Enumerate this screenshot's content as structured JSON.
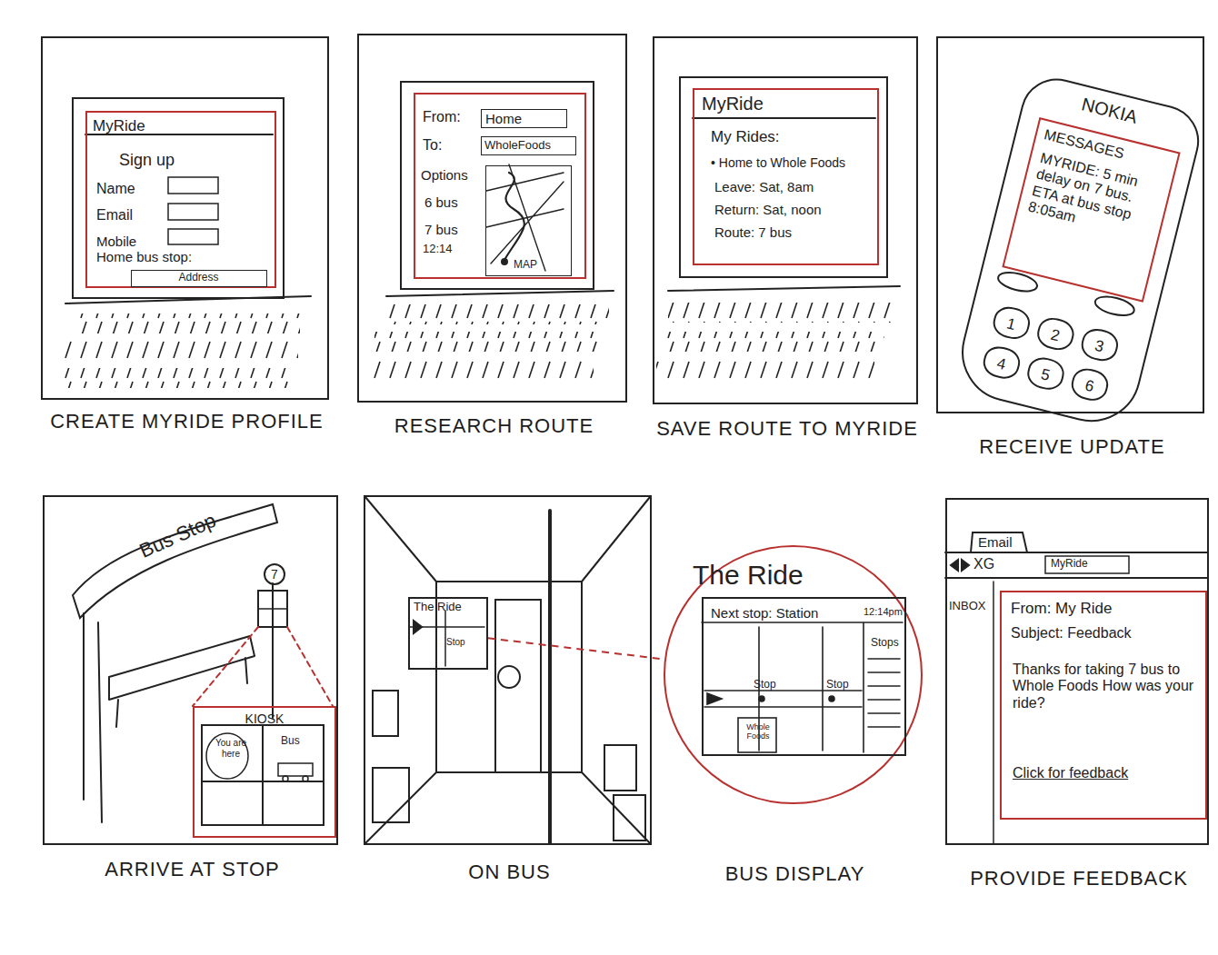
{
  "diagram": {
    "nodes": [
      {
        "text": [
          "CREATE MYRIDE PROFILE"
        ]
      },
      {
        "text": [
          "MyRide",
          "Sign up",
          "Name",
          "Email",
          "Mobile",
          "Home bus stop:"
        ],
        "in": 0
      },
      {
        "text": [
          "Address"
        ],
        "in": 1
      },
      {
        "text": [
          "RESEARCH ROUTE"
        ]
      },
      {
        "text": [
          "From:",
          "To:",
          "Options",
          "6 bus",
          "7 bus",
          "12:14"
        ],
        "in": 3
      },
      {
        "text": [
          "Home"
        ],
        "in": 4
      },
      {
        "text": [
          "WholeFoods"
        ],
        "in": 4
      },
      {
        "text": [
          "MAP"
        ],
        "in": 4
      },
      {
        "text": [
          "SAVE ROUTE TO MYRIDE"
        ]
      },
      {
        "text": [
          "MyRide",
          "My Rides:",
          "• Home to Whole Foods",
          "Leave: Sat, 8am",
          "Return: Sat, noon",
          "Route: 7 bus"
        ],
        "in": 8
      },
      {
        "text": [
          "RECEIVE UPDATE"
        ]
      },
      {
        "text": [
          "NOKIA"
        ],
        "in": 10
      },
      {
        "text": [
          "MESSAGES",
          "MYRIDE: 5 min delay on 7 bus. ETA at bus stop 8:05am"
        ],
        "in": 11
      },
      {
        "text": [
          "1"
        ],
        "in": 11
      },
      {
        "text": [
          "2"
        ],
        "in": 11
      },
      {
        "text": [
          "3"
        ],
        "in": 11
      },
      {
        "text": [
          "4"
        ],
        "in": 11
      },
      {
        "text": [
          "5"
        ],
        "in": 11
      },
      {
        "text": [
          "6"
        ],
        "in": 11
      },
      {
        "text": [
          "ARRIVE AT STOP"
        ]
      },
      {
        "text": [
          "7"
        ],
        "in": 19
      },
      {
        "text": [
          "KIOSK",
          "You are here",
          "Bus"
        ],
        "in": 19
      },
      {
        "text": [
          "ON BUS"
        ]
      },
      {
        "text": [
          "The Ride",
          "Stop"
        ],
        "in": 22
      },
      {
        "text": [
          "The Ride",
          "BUS DISPLAY"
        ]
      },
      {
        "text": [
          "Next stop: Station",
          "12:14pm",
          "Stops",
          "Stop",
          "Stop",
          "Whole Foods"
        ],
        "in": 24
      },
      {
        "text": [
          "PROVIDE FEEDBACK"
        ]
      },
      {
        "text": [
          "From: My Ride",
          "Subject: Feedback",
          "Thanks for taking 7 bus to Whole Foods How was your ride?",
          "Click for feedback"
        ],
        "in": 26
      }
    ],
    "edges": [
      {
        "from": 23,
        "to": 24,
        "arrow": "none"
      }
    ],
    "labels": [
      "Bus Stop",
      "Email",
      "XG",
      "MyRide",
      "INBOX"
    ]
  }
}
